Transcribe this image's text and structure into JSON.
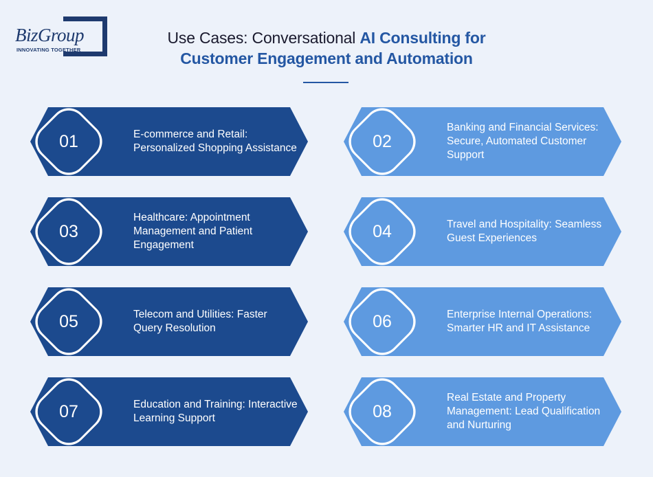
{
  "logo": {
    "wordmark": "BizGroup",
    "tagline": "INNOVATING TOGETHER"
  },
  "title": {
    "line1_dark": "Use Cases: Conversational ",
    "line1_blue": "AI Consulting for",
    "line2_blue": "Customer Engagement and Automation"
  },
  "colors": {
    "dark_card": "#1c4a8e",
    "light_card": "#5e9ae0",
    "title_accent": "#2457a3",
    "background": "#edf2fa"
  },
  "cards": [
    {
      "number": "01",
      "text": "E-commerce and Retail: Personalized Shopping Assistance"
    },
    {
      "number": "02",
      "text": "Banking and Financial Services: Secure, Automated Customer Support"
    },
    {
      "number": "03",
      "text": "Healthcare: Appointment Management and Patient Engagement"
    },
    {
      "number": "04",
      "text": "Travel and Hospitality: Seamless Guest Experiences"
    },
    {
      "number": "05",
      "text": "Telecom and Utilities: Faster Query Resolution"
    },
    {
      "number": "06",
      "text": "Enterprise Internal Operations: Smarter HR and IT Assistance"
    },
    {
      "number": "07",
      "text": "Education and Training: Interactive Learning Support"
    },
    {
      "number": "08",
      "text": "Real Estate and Property Management: Lead Qualification and Nurturing"
    }
  ]
}
